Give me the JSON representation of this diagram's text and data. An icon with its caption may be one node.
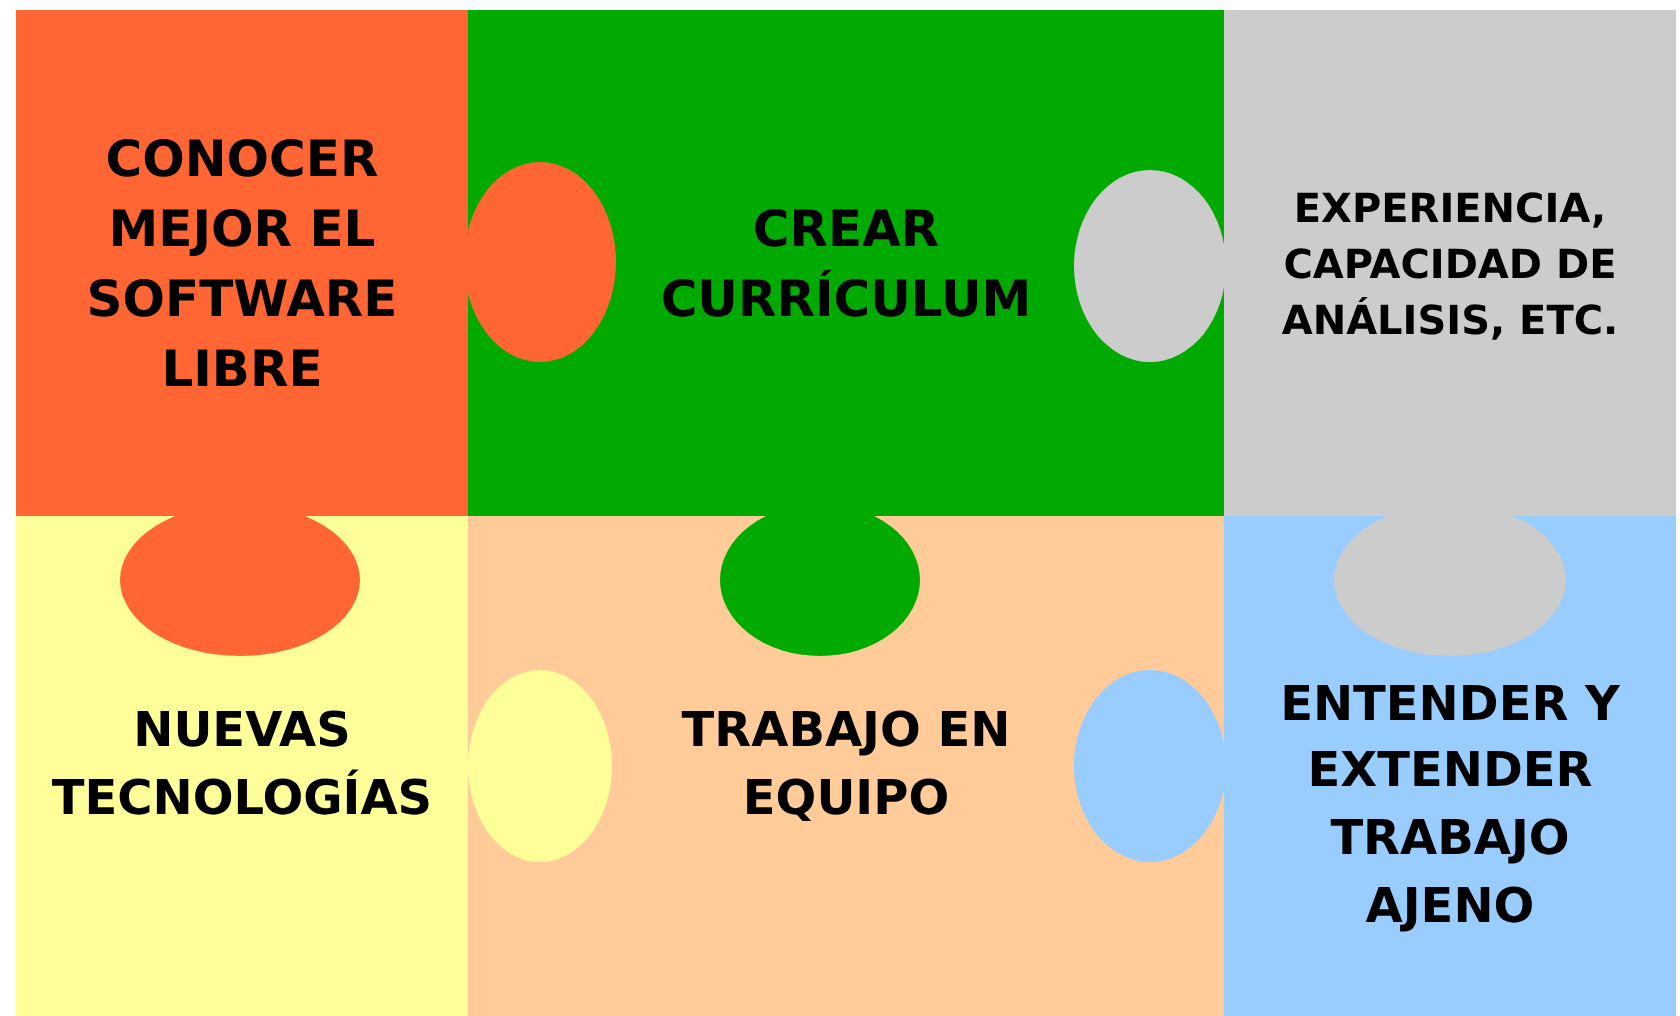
{
  "diagram": {
    "nodes": [
      {
        "text": [
          "CONOCER MEJOR EL SOFTWARE LIBRE"
        ]
      },
      {
        "text": [
          "CREAR CURRÍCULUM"
        ]
      },
      {
        "text": [
          "EXPERIENCIA, CAPACIDAD DE ANÁLISIS, ETC."
        ]
      },
      {
        "text": [
          "NUEVAS TECNOLOGÍAS"
        ]
      },
      {
        "text": [
          "TRABAJO EN EQUIPO"
        ]
      },
      {
        "text": [
          "ENTENDER Y EXTENDER TRABAJO AJENO"
        ]
      }
    ]
  }
}
